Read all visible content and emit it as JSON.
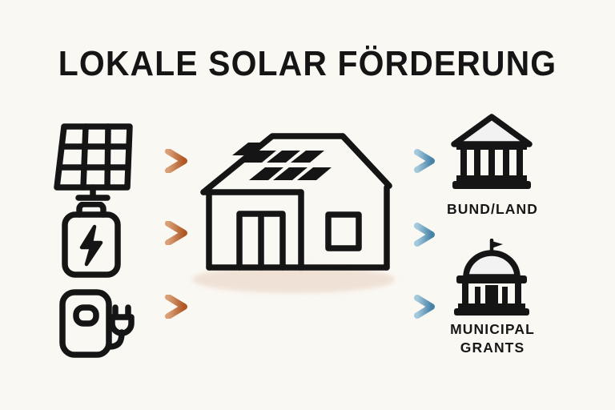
{
  "page": {
    "title": "LOKALE SOLAR FÖRDERUNG",
    "background_color": "#FAF8F3",
    "ink_color": "#151515",
    "shadow_color": "#EFE0D4"
  },
  "colors": {
    "arrow_left_light": "#D9A077",
    "arrow_left_dark": "#B55F2E",
    "arrow_right_light": "#9EC6DC",
    "arrow_right_dark": "#4D89AC",
    "panel_fill": "#151515",
    "icon_fill": "#F2F2F2"
  },
  "inputs": {
    "items": [
      {
        "id": "solar-panel",
        "icon": "solar-panel-icon",
        "label": ""
      },
      {
        "id": "battery",
        "icon": "battery-charging-icon",
        "label": ""
      },
      {
        "id": "ev-charger",
        "icon": "ev-charger-icon",
        "label": ""
      }
    ]
  },
  "center": {
    "icon": "house-with-solar-roof-icon",
    "label": ""
  },
  "outputs": {
    "items": [
      {
        "id": "bund-land",
        "icon": "bank-building-icon",
        "label": "BUND/LAND"
      },
      {
        "id": "municipal-grants",
        "icon": "capitol-dome-icon",
        "label": "MUNICIPAL\nGRANTS"
      }
    ]
  },
  "arrows": {
    "left": [
      {
        "id": "arrow-solar-to-house",
        "direction": "right",
        "color": "#B55F2E"
      },
      {
        "id": "arrow-battery-to-house",
        "direction": "right",
        "color": "#B55F2E"
      },
      {
        "id": "arrow-charger-to-house",
        "direction": "right",
        "color": "#B55F2E"
      }
    ],
    "right": [
      {
        "id": "arrow-house-to-bund",
        "direction": "right",
        "color": "#4D89AC"
      },
      {
        "id": "arrow-house-to-municipal-1",
        "direction": "right",
        "color": "#4D89AC"
      },
      {
        "id": "arrow-house-to-municipal-2",
        "direction": "right",
        "color": "#4D89AC"
      }
    ]
  }
}
